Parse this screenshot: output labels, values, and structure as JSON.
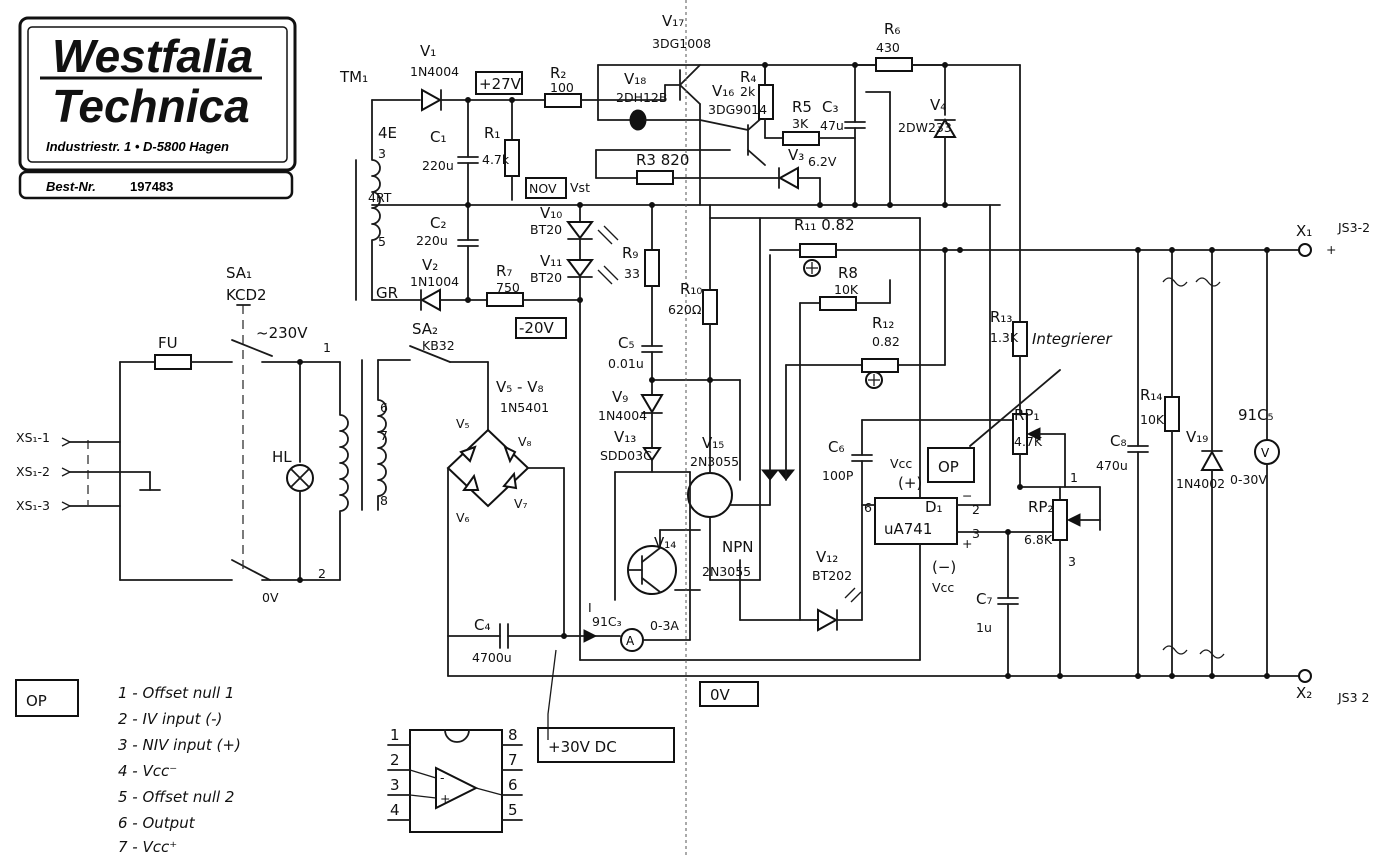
{
  "brand": {
    "line1": "Westfalia",
    "line2": "Technica",
    "address": "Industriestr. 1 • D-5800 Hagen",
    "order_label": "Best-Nr.",
    "order_number": "197483"
  },
  "components": {
    "tm1": "TM₁",
    "sa1": "SA₁",
    "kcd2": "KCD2",
    "mains": "~230V",
    "fu": "FU",
    "hl": "HL",
    "zero_v": "0V",
    "sa2": "SA₂",
    "kb32": "KB32",
    "v1": "V₁",
    "v1_type": "1N4004",
    "v2": "V₂",
    "v2_type": "1N1004",
    "plus27": "+27V",
    "minus20": "-20V",
    "nov": "NOV",
    "vst": "Vst",
    "r1": "R₁",
    "r1_val": "4.7k",
    "r2": "R₂",
    "r2_val": "100",
    "r3": "R3 820",
    "r4": "R₄",
    "r4_val": "2k",
    "r5": "R5",
    "r5_val": "3K",
    "r6": "R₆",
    "r6_val": "430",
    "r7": "R₇",
    "r7_val": "750",
    "r8": "R8",
    "r8_val": "10K",
    "r9": "R₉",
    "r9_val": "33",
    "r10": "R₁₀",
    "r10_val": "620Ω",
    "r11": "R₁₁ 0.82",
    "r12": "R₁₂",
    "r12_val": "0.82",
    "r13": "R₁₃",
    "r13_val": "1.3K",
    "r14": "R₁₄",
    "r14_val": "10K",
    "c1": "C₁",
    "c1_val": "220u",
    "c2": "C₂",
    "c2_val": "220u",
    "c3": "C₃",
    "c3_val": "47u",
    "c4": "C₄",
    "c4_val": "4700u",
    "c5": "C₅",
    "c5_val": "0.01u",
    "c6": "C₆",
    "c6_val": "100P",
    "c7": "C₇",
    "c7_val": "1u",
    "c8": "C₈",
    "c8_val": "470u",
    "v3": "V₃",
    "v3_val": "6.2V",
    "v4": "V₄",
    "v4_type": "2DW233",
    "v5": "V₅",
    "v6": "V₆",
    "v7": "V₇",
    "v8": "V₈",
    "v5v8": "V₅ - V₈",
    "v5v8_type": "1N5401",
    "v9": "V₉",
    "v9_type": "1N4004",
    "v10": "V₁₀",
    "v10_type": "BT20",
    "v11": "V₁₁",
    "v11_type": "BT20",
    "v12": "V₁₂",
    "v12_type": "BT202",
    "v13": "V₁₃",
    "v13_type": "SDD03C",
    "v14": "V₁₄",
    "v14_type": "2N3055",
    "v15": "V₁₅",
    "v15_type": "2N3055",
    "npn": "NPN",
    "v16": "V₁₆",
    "v16_type": "3DG9014",
    "v17": "V₁₇",
    "v17_type": "3DG1008",
    "v18": "V₁₈",
    "v18_type": "2DH12B",
    "v19": "V₁₉",
    "v19_type": "1N4002",
    "d1": "D₁",
    "d1_type": "uA741",
    "vcc_plus": "(+)",
    "vcc_minus": "(−)",
    "vcc": "Vcc",
    "rp1": "RP₁",
    "rp1_val": "4.7K",
    "rp2": "RP₂",
    "rp2_val": "6.8K",
    "ammeter": "91C₃",
    "ammeter_range": "0-3A",
    "voltmeter": "91C₅",
    "voltmeter_range": "0-30V",
    "x1": "X₁",
    "x2": "X₂",
    "js1": "JS3-2",
    "js2": "JS3 2",
    "xs1": "XS₁-1",
    "xs2": "XS₁-2",
    "xs3": "XS₁-3",
    "op_tag": "OP",
    "integrierer": "Integrierer",
    "plus30": "+30V DC",
    "zero_bus": "0V"
  },
  "legend": {
    "title": "OP",
    "items": [
      "1 - Offset null 1",
      "2 - IV input (-)",
      "3 - NIV input (+)",
      "4 - Vcc⁻",
      "5 - Offset null 2",
      "6 - Output",
      "7 - Vcc⁺"
    ]
  },
  "pinout": {
    "left_pins": [
      "1",
      "2",
      "3",
      "4"
    ],
    "right_pins": [
      "8",
      "7",
      "6",
      "5"
    ]
  }
}
